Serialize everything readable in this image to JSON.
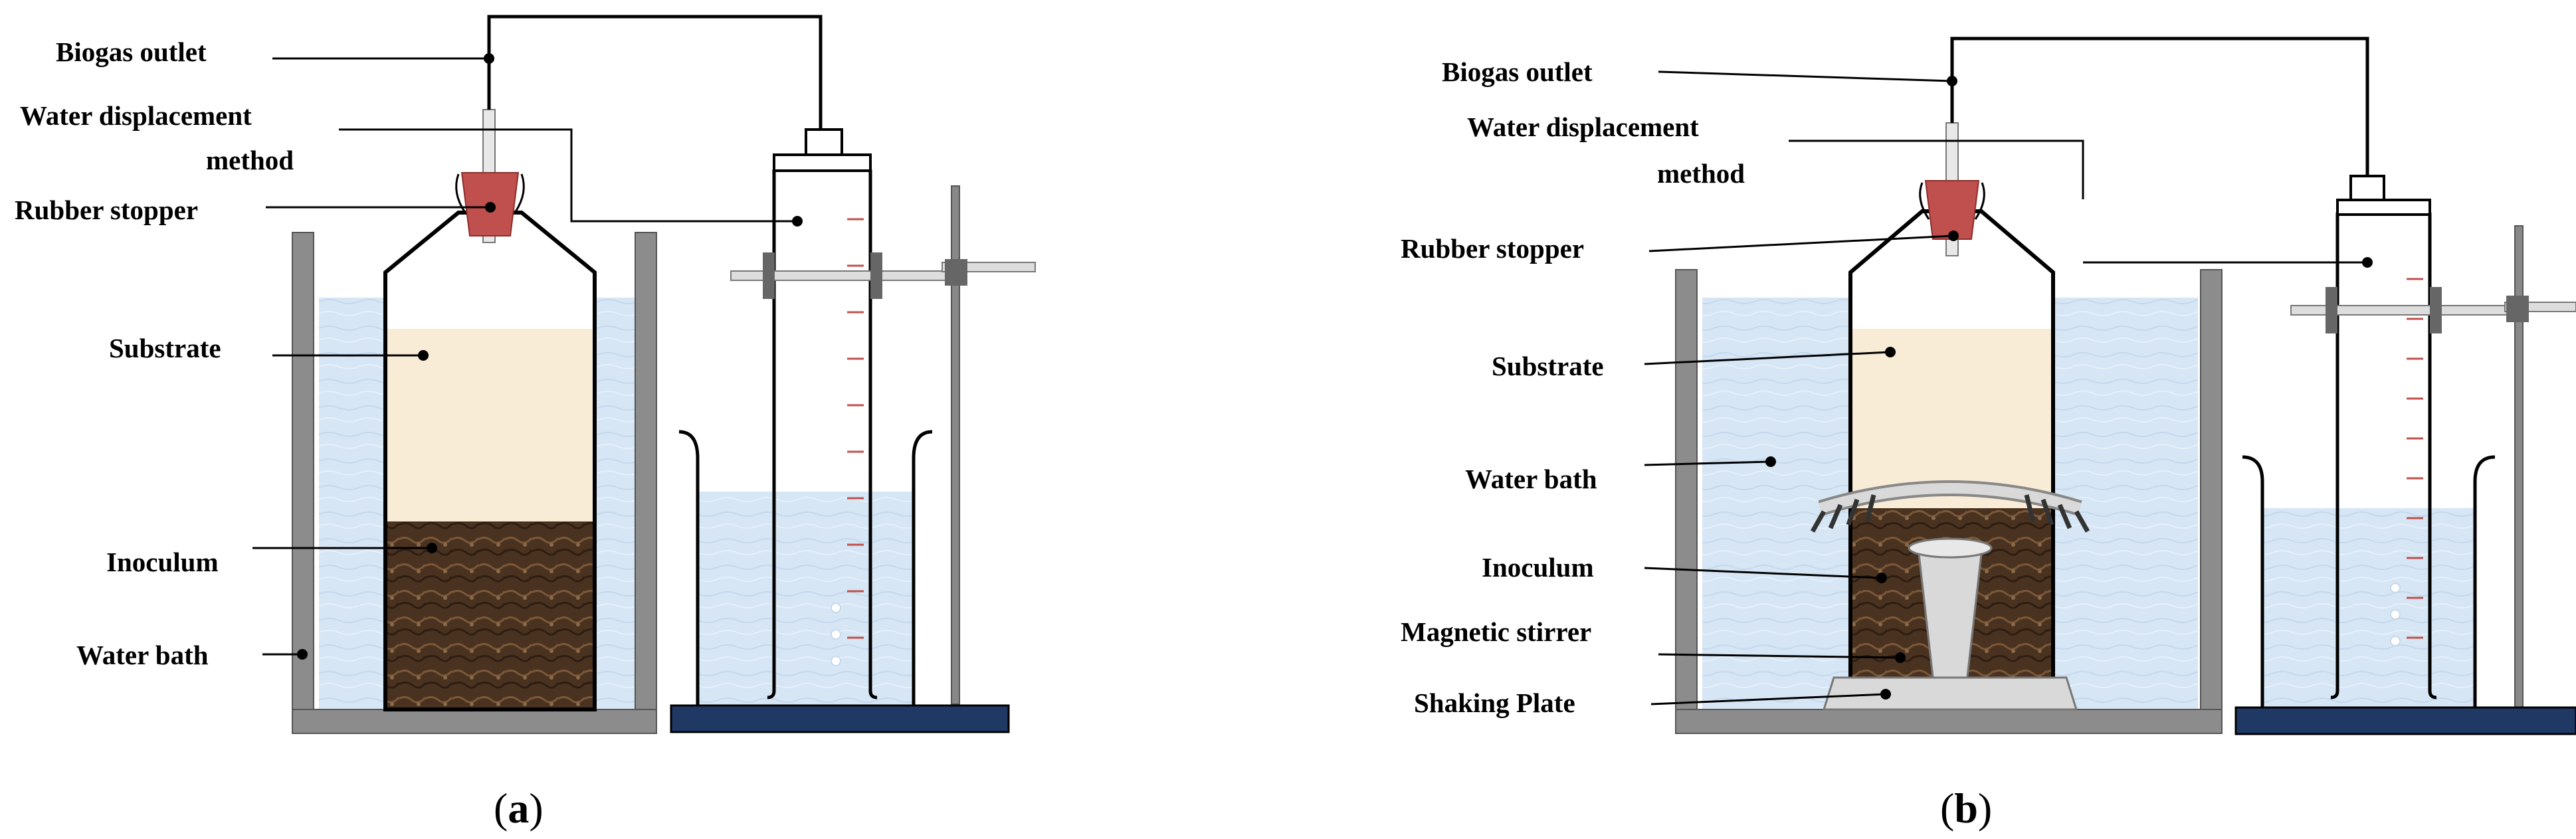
{
  "panel_a": {
    "labels": {
      "biogas_outlet": "Biogas outlet",
      "water_displacement_1": "Water displacement",
      "water_displacement_2": "method",
      "rubber_stopper": "Rubber stopper",
      "substrate": "Substrate",
      "inoculum": "Inoculum",
      "water_bath": "Water bath"
    },
    "caption": {
      "open": "(",
      "letter": "a",
      "close": ")"
    }
  },
  "panel_b": {
    "labels": {
      "biogas_outlet": "Biogas outlet",
      "water_displacement_1": "Water displacement",
      "water_displacement_2": "method",
      "rubber_stopper": "Rubber stopper",
      "substrate": "Substrate",
      "water_bath": "Water bath",
      "inoculum": "Inoculum",
      "magnetic_stirrer": "Magnetic stirrer",
      "shaking_plate": "Shaking Plate"
    },
    "caption": {
      "open": "(",
      "letter": "b",
      "close": ")"
    }
  },
  "colors": {
    "water": "#d6e6f5",
    "substrate": "#f8ecd6",
    "inoculum": "#4a3220",
    "stopper": "#c0504d",
    "tank_wall": "#8c8c8c",
    "stand_base": "#1f3864",
    "stirrer": "#d9d9d9"
  }
}
